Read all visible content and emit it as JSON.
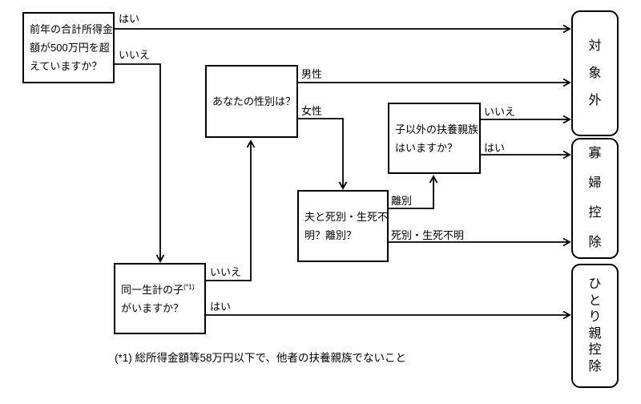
{
  "nodes": {
    "income": {
      "lines": [
        "前年の合計所得金",
        "額が500万円を超",
        "えていますか？"
      ]
    },
    "gender": {
      "lines": [
        "あなたの性別は？"
      ]
    },
    "dependents": {
      "lines": [
        "子以外の扶養親族",
        "はいますか？"
      ]
    },
    "widowed": {
      "lines": [
        "夫と死別・生死不",
        "明？離別？"
      ]
    },
    "child": {
      "line1_main": "同一生計の子",
      "line1_sup": "(*1)",
      "line2": "がいますか？"
    }
  },
  "edge_labels": {
    "income_yes": "はい",
    "income_no": "いいえ",
    "gender_male": "男性",
    "gender_female": "女性",
    "dependents_no": "いいえ",
    "dependents_yes": "はい",
    "widowed_divorce": "離別",
    "widowed_death": "死別・生死不明",
    "child_no": "いいえ",
    "child_yes": "はい"
  },
  "results": {
    "not_eligible": "対象外",
    "widow_deduction": "寡婦控除",
    "single_parent_deduction": "ひとり親控除"
  },
  "footnote": "(*1) 総所得金額等58万円以下で、他者の扶養親族でないこと",
  "colors": {
    "line": "#000000",
    "background": "#ffffff",
    "text": "#000000"
  }
}
